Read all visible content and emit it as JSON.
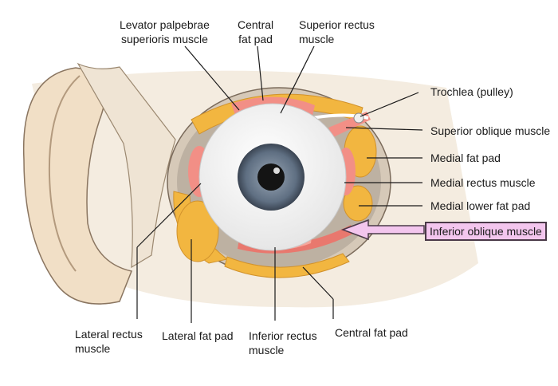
{
  "labels": {
    "levator_palpebrae_1": "Levator palpebrae",
    "levator_palpebrae_2": "superioris muscle",
    "central_fat_pad_top_1": "Central",
    "central_fat_pad_top_2": "fat pad",
    "superior_rectus_1": "Superior rectus",
    "superior_rectus_2": "muscle",
    "trochlea": "Trochlea (pulley)",
    "superior_oblique": "Superior oblique muscle",
    "medial_fat_pad": "Medial fat pad",
    "medial_rectus": "Medial rectus muscle",
    "medial_lower_fat_pad": "Medial lower fat pad",
    "inferior_oblique": "Inferior oblique muscle",
    "lateral_rectus_1": "Lateral rectus",
    "lateral_rectus_2": "muscle",
    "lateral_fat_pad": "Lateral fat pad",
    "inferior_rectus_1": "Inferior rectus",
    "inferior_rectus_2": "muscle",
    "central_fat_pad_bottom": "Central fat pad"
  },
  "colors": {
    "fat": "#f2b640",
    "muscle": "#f28f86",
    "sclera": "#f7f7f7",
    "iris": "#5f6f82",
    "skin": "#f3e9d8",
    "highlight": "#f3c6ee"
  }
}
